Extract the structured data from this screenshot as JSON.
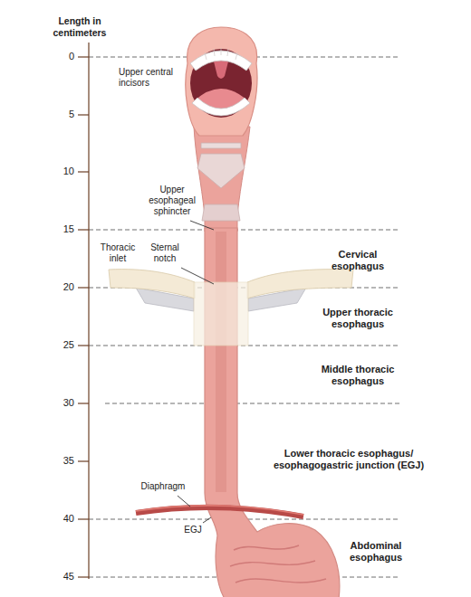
{
  "diagram": {
    "labels": [
      "Length in centimeters",
      "0",
      "5",
      "10",
      "15",
      "20",
      "25",
      "30",
      "35",
      "40",
      "45",
      "Upper central incisors",
      "Upper esophageal sphincter",
      "Thoracic inlet",
      "Sternal notch",
      "Cervical esophagus",
      "Upper thoracic esophagus",
      "Middle thoracic esophagus",
      "Lower thoracic esophagus/ esophagogastric junction (EGJ)",
      "Diaphragm",
      "EGJ",
      "Abdominal esophagus"
    ]
  }
}
